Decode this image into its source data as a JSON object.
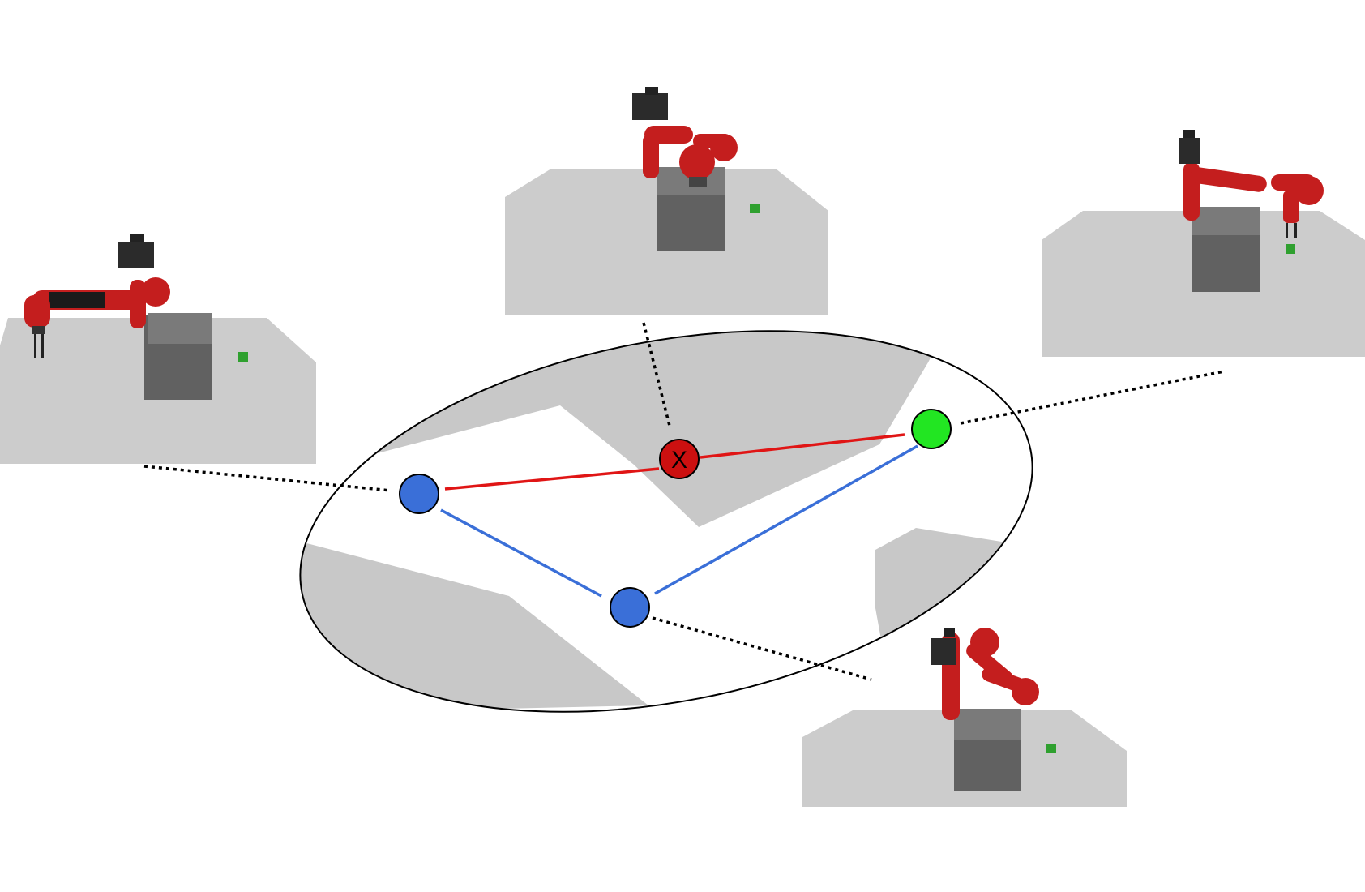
{
  "diagram": {
    "colors": {
      "background": "#ffffff",
      "region": "#c8c8c8",
      "ellipse_stroke": "#000000",
      "node_blue": "#3a6fd8",
      "node_green": "#22e622",
      "node_red": "#cc1010",
      "edge_valid": "#3a6fd8",
      "edge_invalid": "#e01515",
      "connector": "#000000",
      "table": "#cccccc",
      "box": "#616161",
      "robot": "#c41e1e",
      "cube": "#2fa02f"
    },
    "nodes": [
      {
        "name": "start-node",
        "color": "node_blue",
        "label": ""
      },
      {
        "name": "waypoint-node",
        "color": "node_blue",
        "label": ""
      },
      {
        "name": "goal-node",
        "color": "node_green",
        "label": ""
      },
      {
        "name": "collision-node",
        "color": "node_red",
        "label": "X"
      }
    ],
    "edges": [
      {
        "from": "start-node",
        "to": "waypoint-node",
        "status": "valid"
      },
      {
        "from": "waypoint-node",
        "to": "goal-node",
        "status": "valid"
      },
      {
        "from": "start-node",
        "to": "collision-node",
        "status": "invalid"
      },
      {
        "from": "collision-node",
        "to": "goal-node",
        "status": "invalid"
      }
    ],
    "scenes": [
      {
        "name": "scene-start",
        "node": "start-node",
        "icon": "robot-arm-reaching-icon"
      },
      {
        "name": "scene-collision",
        "node": "collision-node",
        "icon": "robot-arm-folded-icon"
      },
      {
        "name": "scene-goal",
        "node": "goal-node",
        "icon": "robot-arm-grasping-icon"
      },
      {
        "name": "scene-waypoint",
        "node": "waypoint-node",
        "icon": "robot-arm-wrapped-icon"
      }
    ]
  }
}
